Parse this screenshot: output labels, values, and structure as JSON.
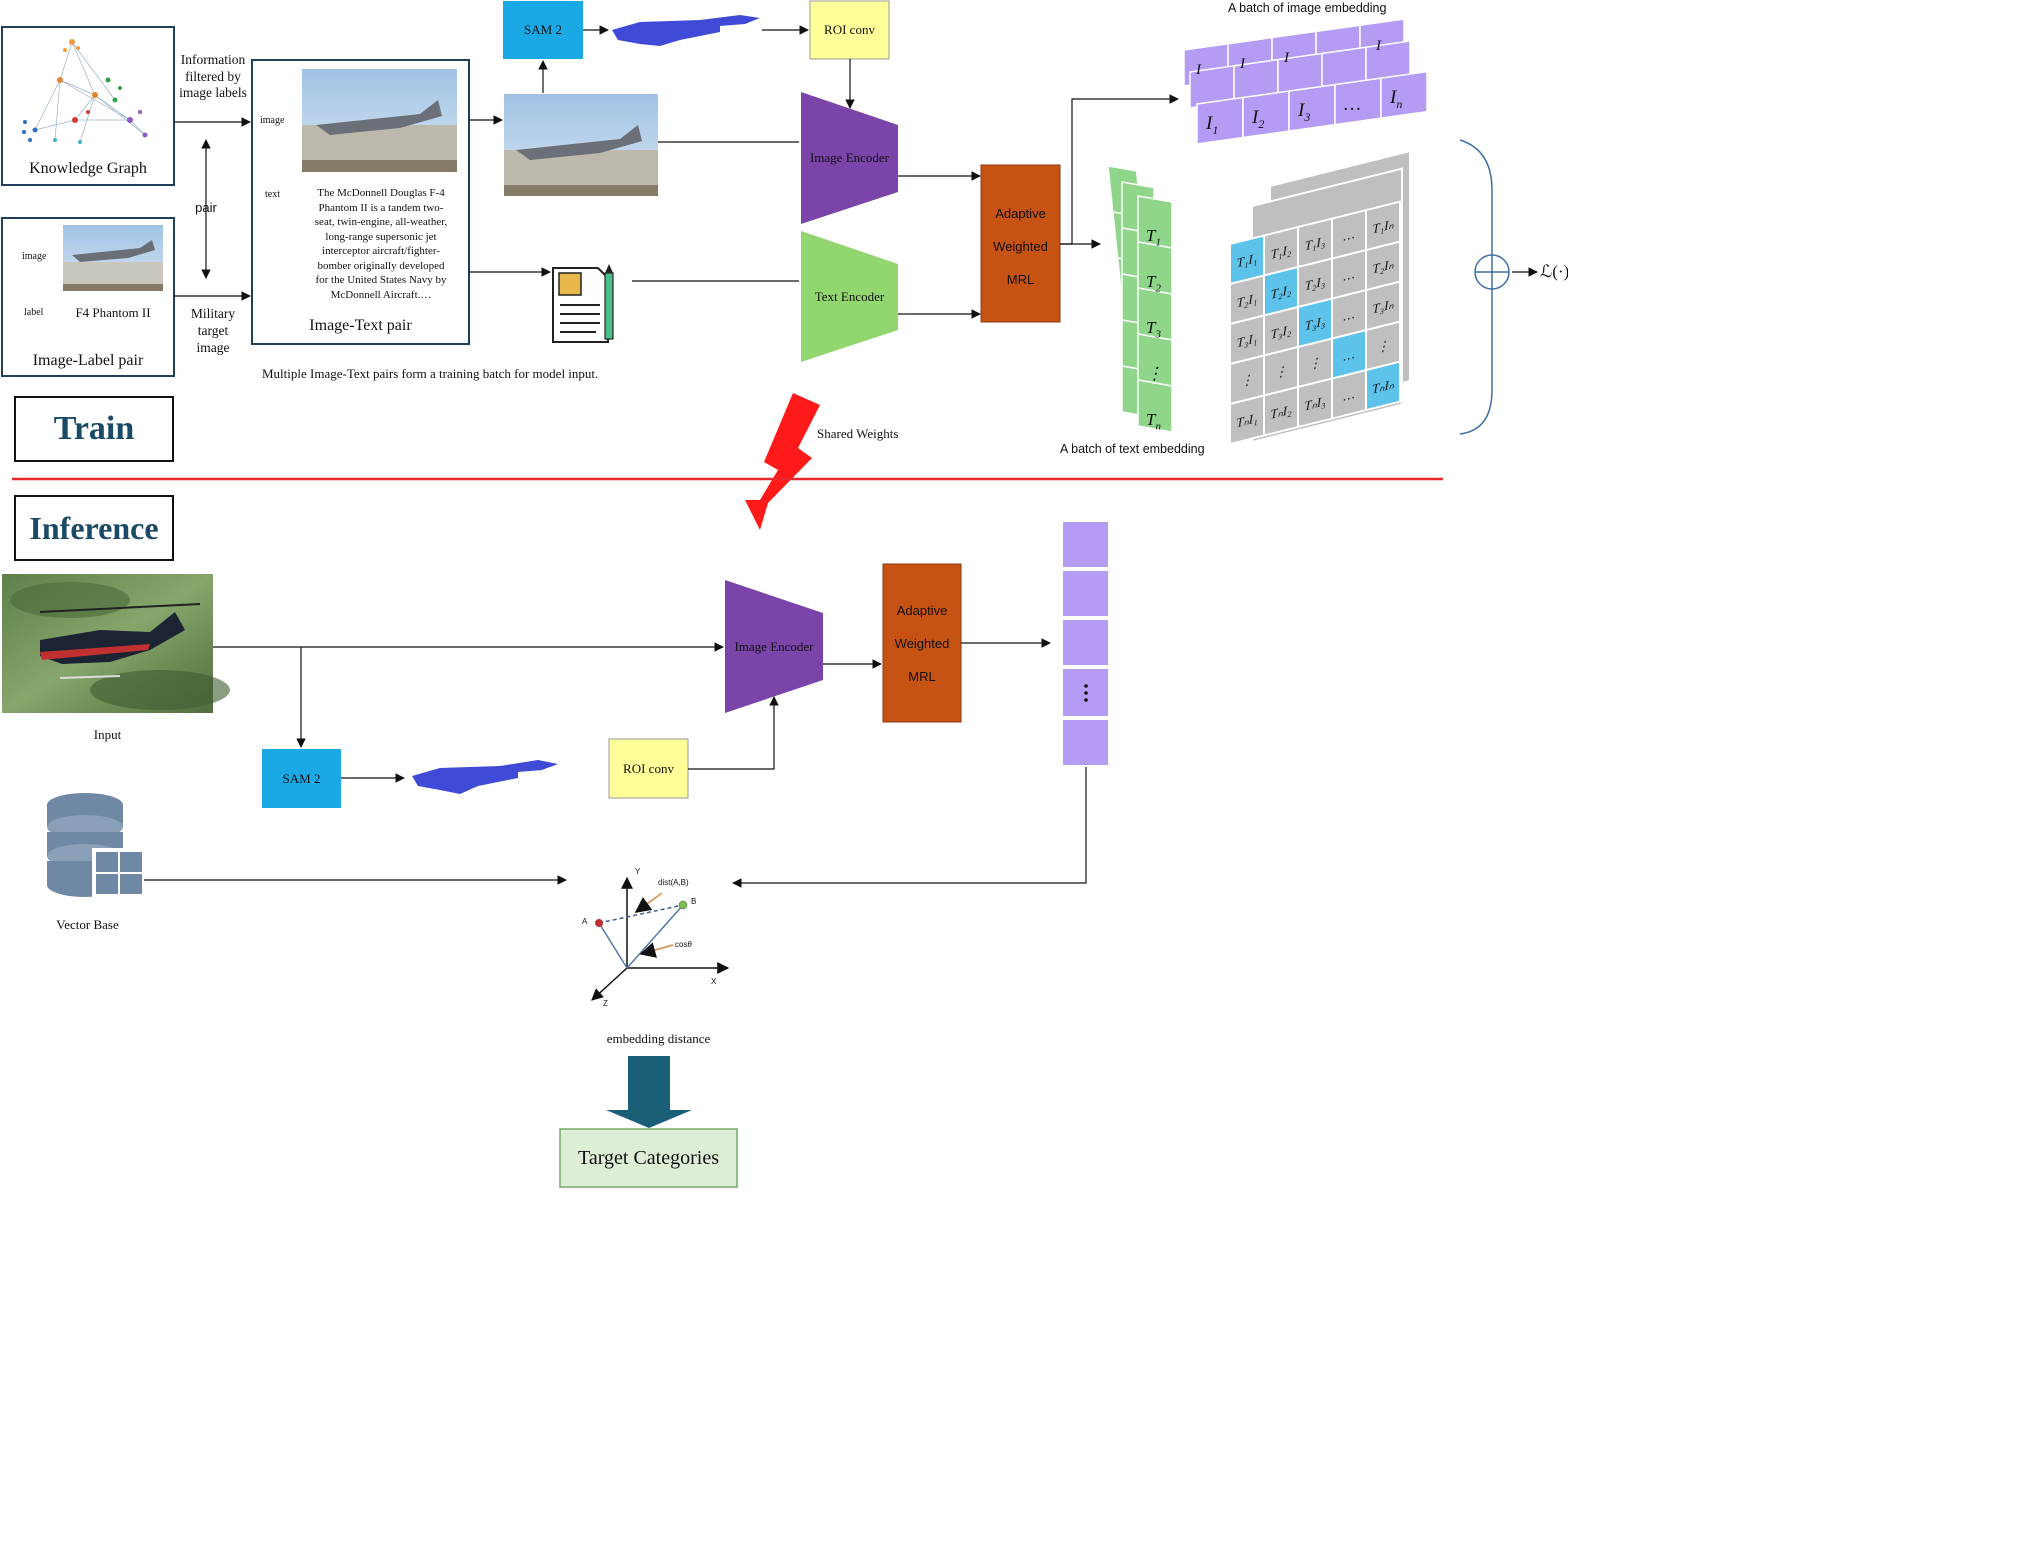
{
  "train": {
    "badge": "Train",
    "knowledge_graph_label": "Knowledge Graph",
    "info_filtered": "Information filtered by image labels",
    "pair_label": "pair",
    "military_target": "Military target image",
    "image_label_pair": {
      "caption": "Image-Label pair",
      "image_key": "image",
      "label_key": "label",
      "label_value": "F4 Phantom II"
    },
    "image_text_pair": {
      "caption": "Image-Text pair",
      "image_key": "image",
      "text_key": "text",
      "text_lines": [
        "The McDonnell Douglas F-4",
        "Phantom II is a tandem two-",
        "seat, twin-engine, all-weather,",
        "long-range supersonic jet",
        "interceptor aircraft/fighter-",
        "bomber originally developed",
        "for the United States Navy by",
        "McDonnell Aircraft.…"
      ]
    },
    "batch_note": "Multiple Image-Text pairs form a training batch for model input.",
    "sam2": "SAM 2",
    "roi_conv": "ROI conv",
    "image_encoder": "Image Encoder",
    "text_encoder": "Text Encoder",
    "mrl": [
      "Adaptive",
      "Weighted",
      "MRL"
    ],
    "image_batch_title": "A batch of image embedding",
    "text_batch_title": "A batch of text embedding",
    "shared_weights": "Shared Weights",
    "loss": "ℒ(·)",
    "image_embeddings": [
      "I",
      "I",
      "I",
      "I",
      "I",
      "…",
      "I"
    ],
    "image_embeddings_front": [
      {
        "base": "I",
        "sub": "1"
      },
      {
        "base": "I",
        "sub": "2"
      },
      {
        "base": "I",
        "sub": "3"
      },
      {
        "base": "…",
        "sub": ""
      },
      {
        "base": "I",
        "sub": "n"
      }
    ],
    "text_embeddings_front": [
      {
        "base": "T",
        "sub": "1"
      },
      {
        "base": "T",
        "sub": "2"
      },
      {
        "base": "T",
        "sub": "3"
      },
      {
        "base": "⋮",
        "sub": ""
      },
      {
        "base": "T",
        "sub": "n"
      }
    ],
    "matrix_front": [
      [
        "T₁I₁",
        "T₁I₂",
        "T₁I₃",
        "…",
        "T₁Iₙ"
      ],
      [
        "T₂I₁",
        "T₂I₂",
        "T₂I₃",
        "…",
        "T₂Iₙ"
      ],
      [
        "T₃I₁",
        "T₃I₂",
        "T₃I₃",
        "…",
        "T₃Iₙ"
      ],
      [
        "⋮",
        "⋮",
        "⋮",
        "…",
        "⋮"
      ],
      [
        "TₙI₁",
        "TₙI₂",
        "TₙI₃",
        "…",
        "TₙIₙ"
      ]
    ]
  },
  "inference": {
    "badge": "Inference",
    "input_label": "Input",
    "sam2": "SAM 2",
    "roi_conv": "ROI conv",
    "image_encoder": "Image Encoder",
    "mrl": [
      "Adaptive",
      "Weighted",
      "MRL"
    ],
    "vector_base": "Vector Base",
    "embedding_distance": "embedding distance",
    "target_categories": "Target Categories",
    "plot": {
      "y": "Y",
      "x": "X",
      "z": "Z",
      "a": "A",
      "b": "B",
      "dist": "dist(A,B)",
      "cos": "cosθ"
    }
  },
  "colors": {
    "sam": "#1aa9e5",
    "roi": "#ffff99",
    "encoder_purple": "#7b44a8",
    "encoder_green": "#92d66f",
    "mrl": "#c65214",
    "embed_purple": "#b49cf5",
    "embed_green": "#8fd68a",
    "matrix_gray": "#bfbfbf",
    "matrix_blue": "#5ec3ea",
    "divider": "#e8282d",
    "arrow_teal": "#1a5f78",
    "target_fill": "#dcefd6"
  }
}
